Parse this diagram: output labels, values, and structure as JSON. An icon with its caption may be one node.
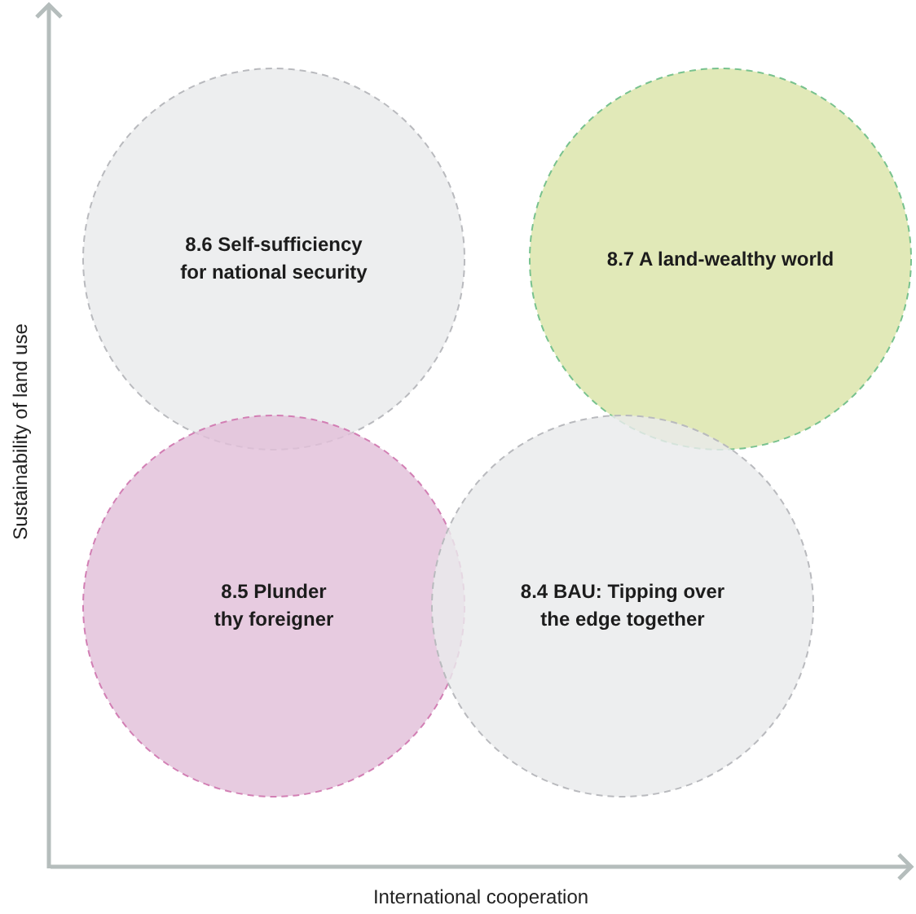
{
  "diagram": {
    "nodes": [
      {
        "text": [
          "8.6 Self-sufficiency for national security"
        ]
      },
      {
        "text": [
          "8.7 A land-wealthy world"
        ]
      },
      {
        "text": [
          "8.5 Plunder thy foreigner"
        ]
      },
      {
        "text": [
          "8.4 BAU: Tipping over the edge together"
        ]
      }
    ],
    "labels": [
      "Sustainability of land use",
      "International cooperation"
    ]
  }
}
